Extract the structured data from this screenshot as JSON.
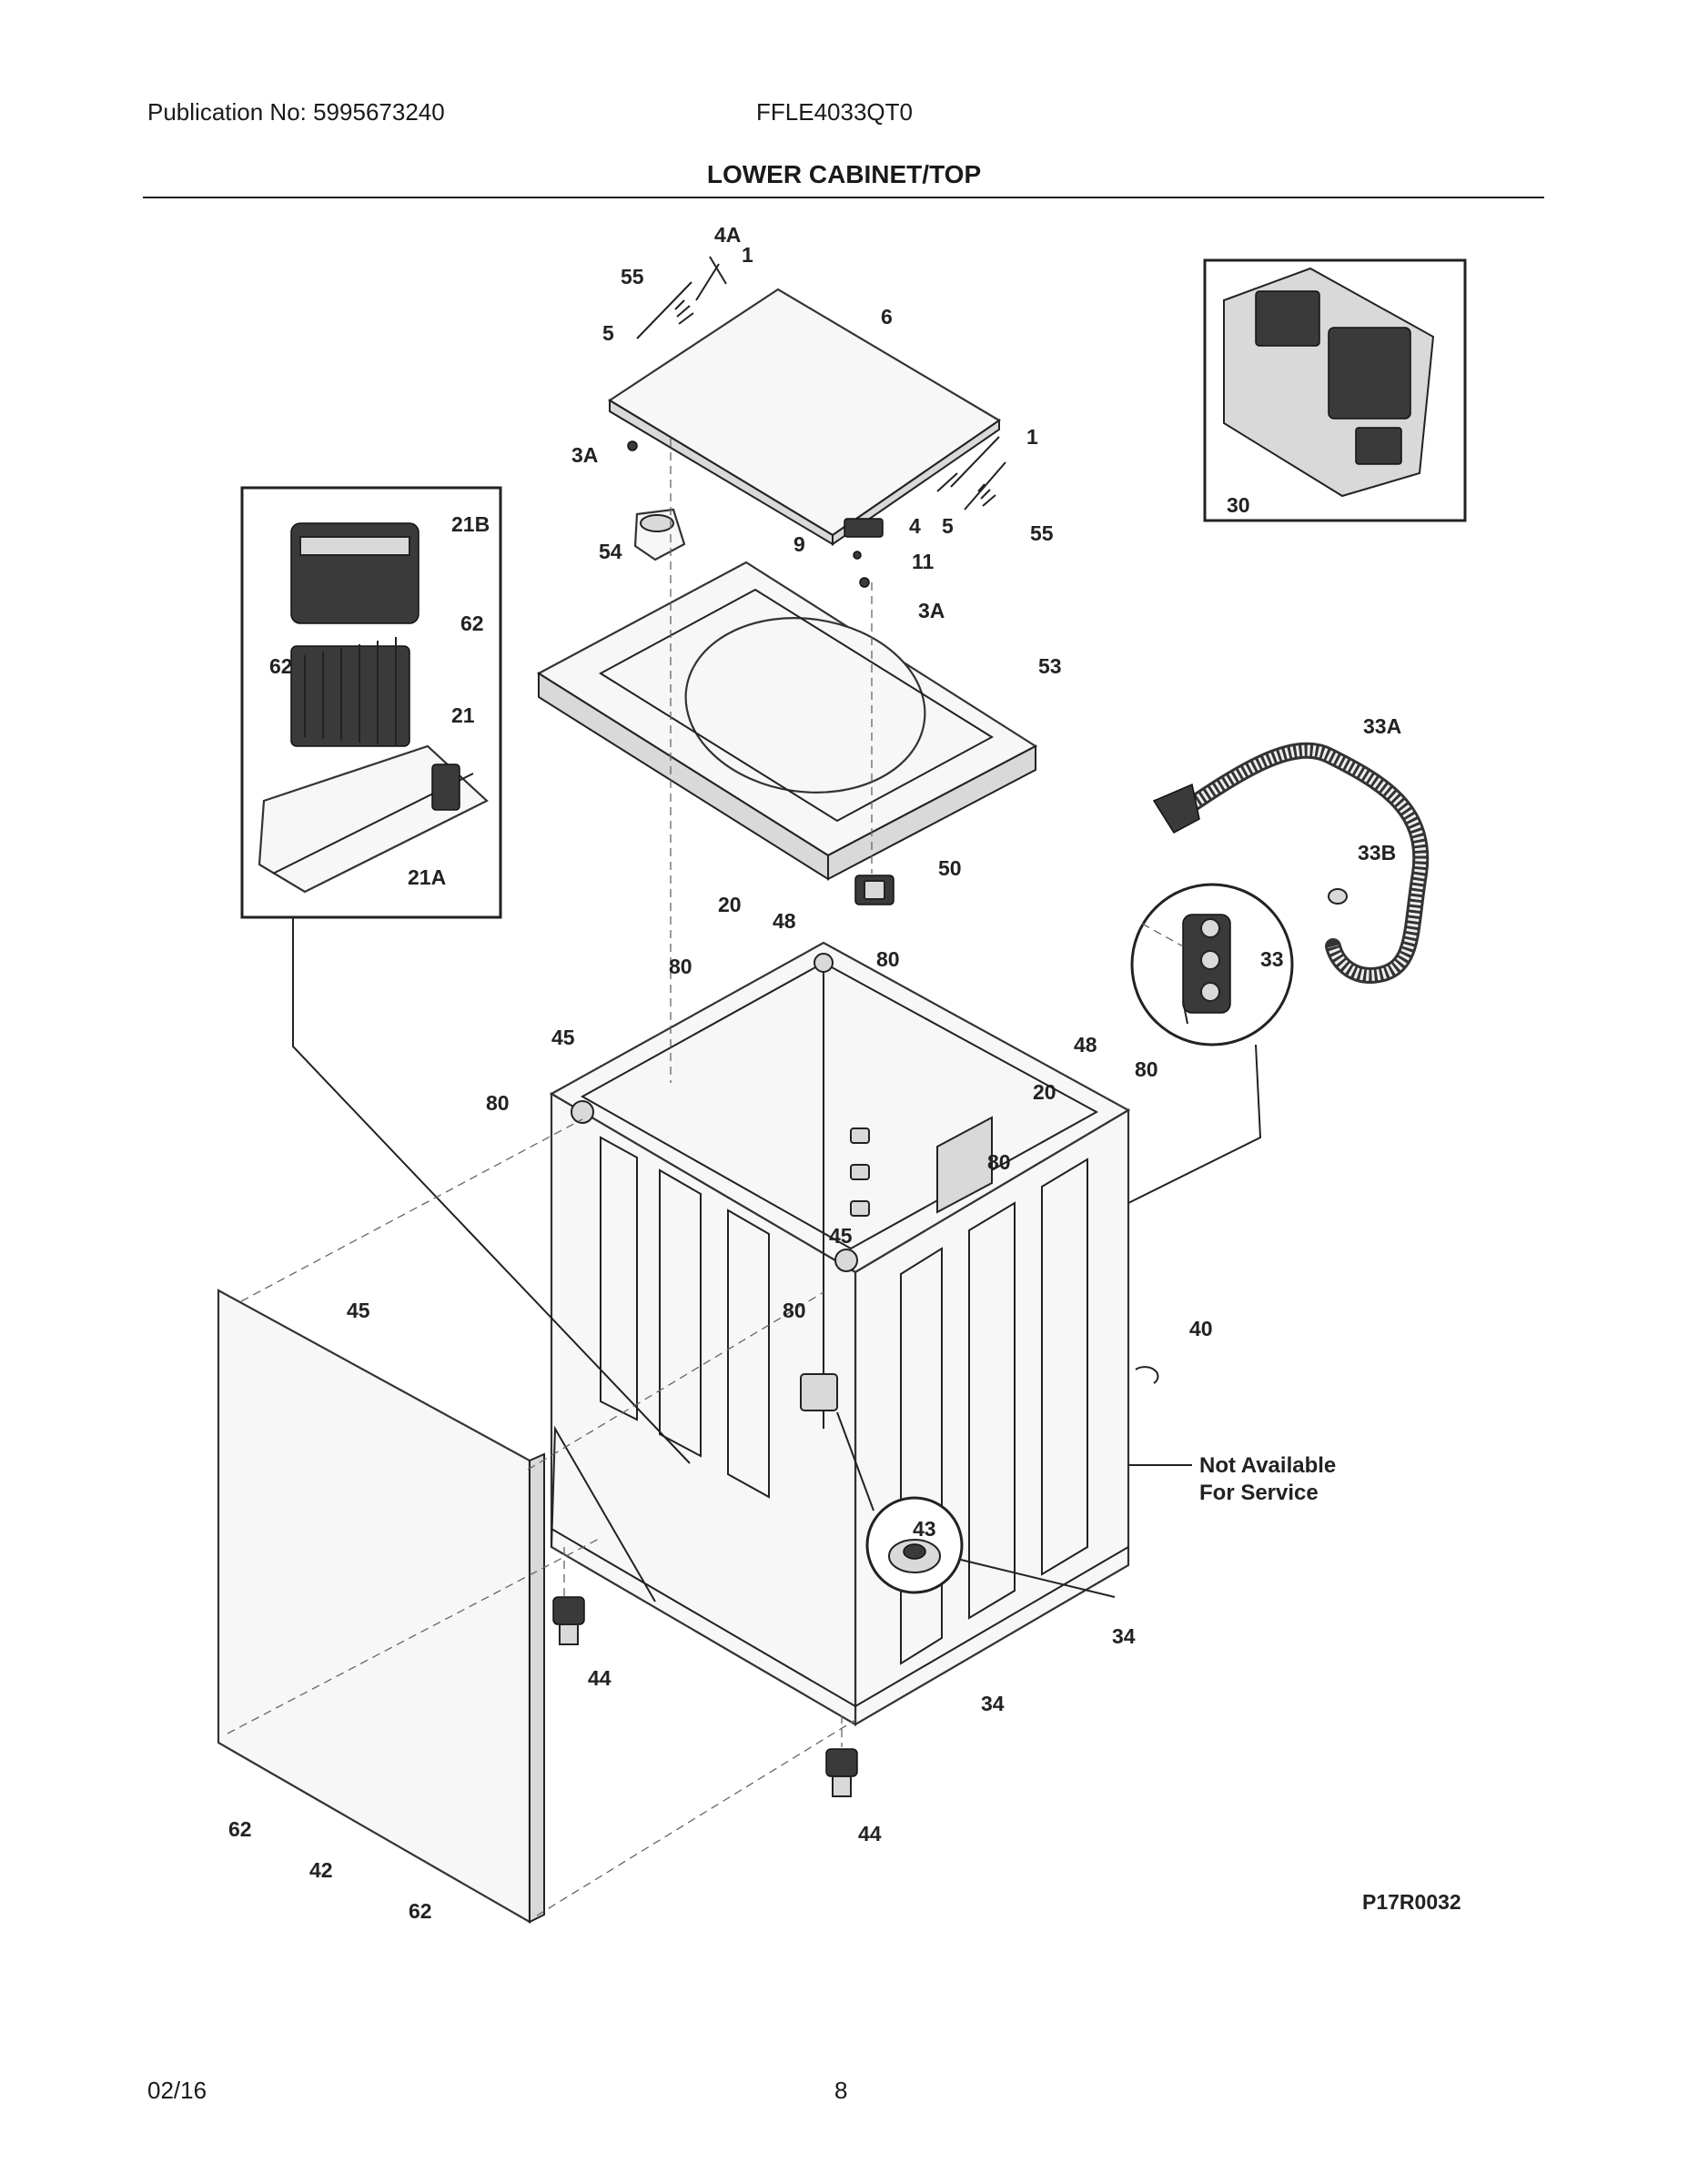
{
  "header": {
    "publication": "Publication No: 5995673240",
    "model": "FFLE4033QT0",
    "title": "LOWER CABINET/TOP"
  },
  "footer": {
    "date": "02/16",
    "page": "8"
  },
  "diagram": {
    "code": "P17R0032",
    "note_line1": "Not Available",
    "note_line2": "For Service",
    "callouts": [
      "4A",
      "1",
      "55",
      "5",
      "6",
      "3A",
      "1",
      "4",
      "5",
      "55",
      "9",
      "11",
      "3A",
      "54",
      "53",
      "30",
      "21B",
      "62",
      "62",
      "21",
      "21A",
      "33A",
      "33B",
      "33",
      "50",
      "20",
      "48",
      "80",
      "80",
      "45",
      "80",
      "48",
      "20",
      "80",
      "80",
      "45",
      "80",
      "40",
      "45",
      "43",
      "44",
      "34",
      "34",
      "44",
      "62",
      "42",
      "62"
    ]
  }
}
